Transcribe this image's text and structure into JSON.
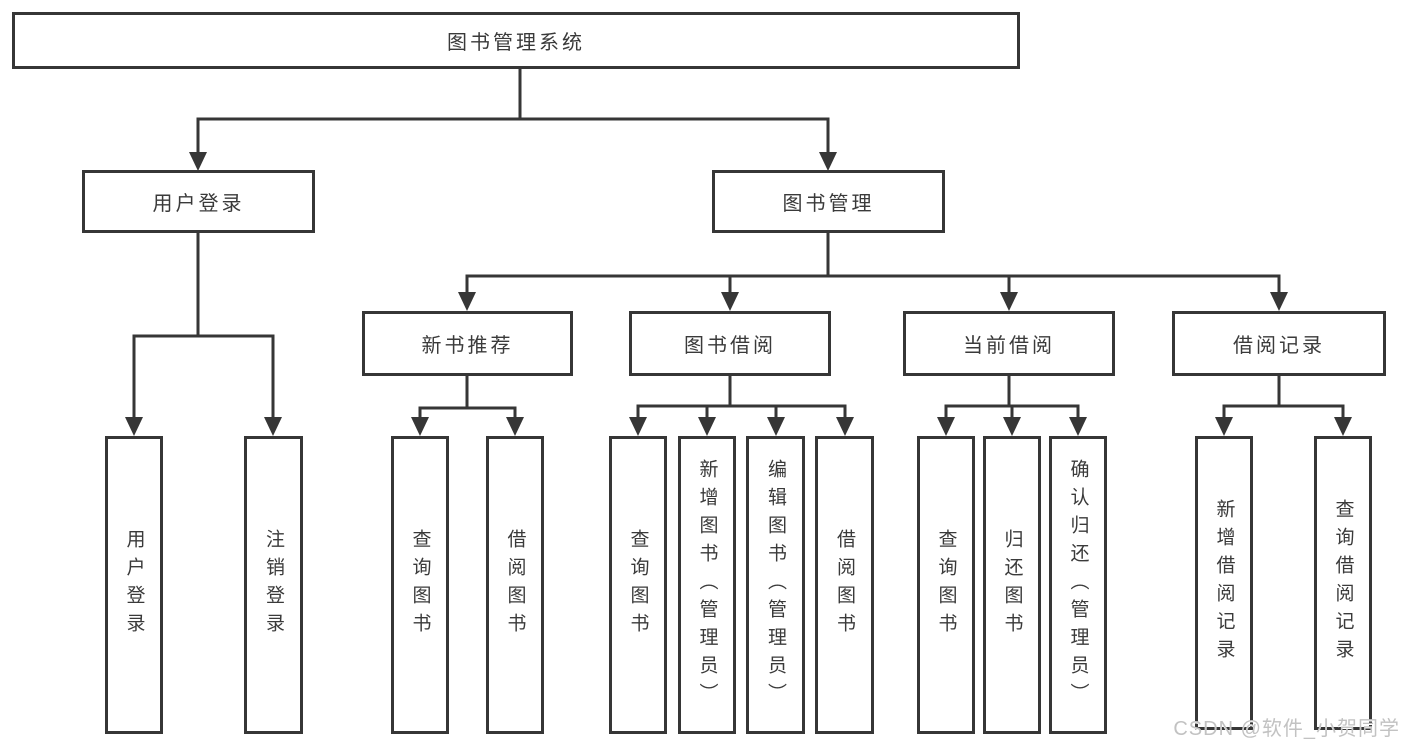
{
  "watermark": {
    "text": "CSDN @软件_小贺同学"
  },
  "style": {
    "line_color": "#363636",
    "box_border_color": "#363636",
    "text_color": "#3a3a3a",
    "watermark_color": "#c2c2c2",
    "background": "#ffffff"
  },
  "tree": {
    "label": "图书管理系统",
    "children": [
      {
        "label": "用户登录",
        "children": [
          {
            "label": "用户登录"
          },
          {
            "label": "注销登录"
          }
        ]
      },
      {
        "label": "图书管理",
        "children": [
          {
            "label": "新书推荐",
            "children": [
              {
                "label": "查询图书"
              },
              {
                "label": "借阅图书"
              }
            ]
          },
          {
            "label": "图书借阅",
            "children": [
              {
                "label": "查询图书"
              },
              {
                "label": "新增图书（管理员）"
              },
              {
                "label": "编辑图书（管理员）"
              },
              {
                "label": "借阅图书"
              }
            ]
          },
          {
            "label": "当前借阅",
            "children": [
              {
                "label": "查询图书"
              },
              {
                "label": "归还图书"
              },
              {
                "label": "确认归还（管理员）"
              }
            ]
          },
          {
            "label": "借阅记录",
            "children": [
              {
                "label": "新增借阅记录"
              },
              {
                "label": "查询借阅记录"
              }
            ]
          }
        ]
      }
    ]
  }
}
